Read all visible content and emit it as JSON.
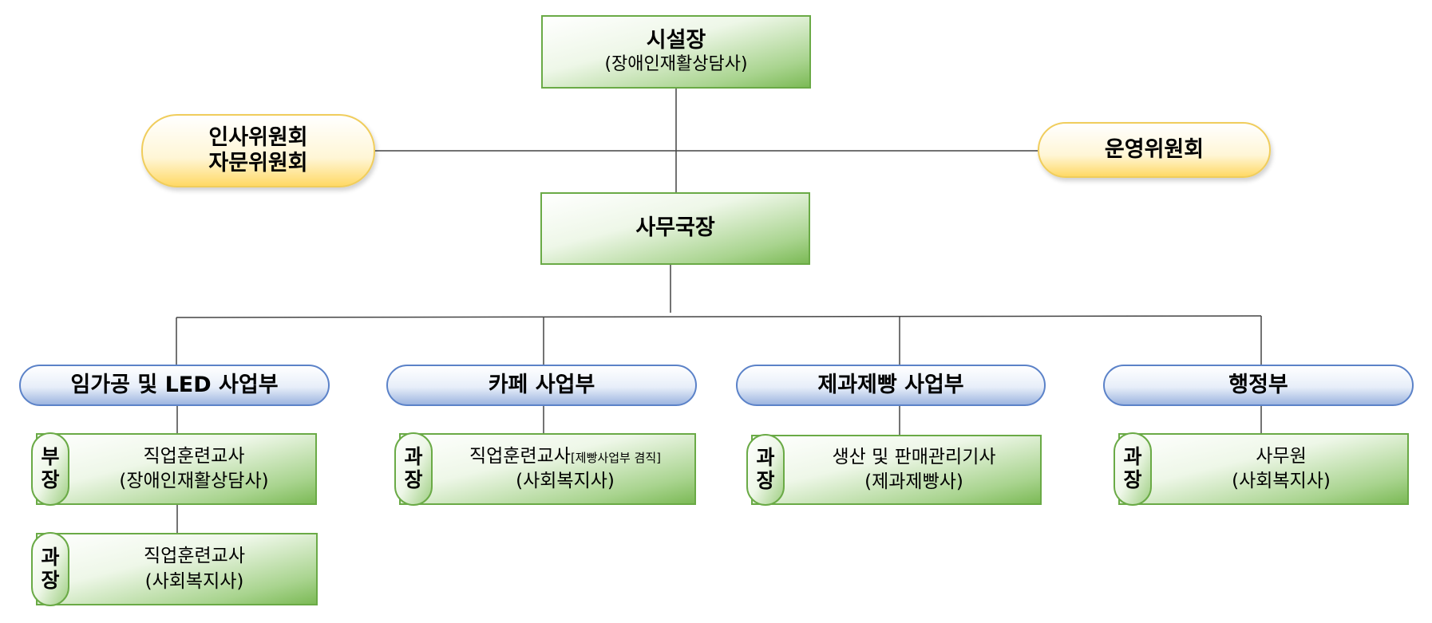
{
  "top": {
    "title": "시설장",
    "subtitle": "(장애인재활상담사)"
  },
  "committees": {
    "left": {
      "line1": "인사위원회",
      "line2": "자문위원회"
    },
    "right": {
      "label": "운영위원회"
    }
  },
  "secretary": {
    "title": "사무국장"
  },
  "departments": [
    {
      "name": "임가공 및 LED 사업부",
      "staff": [
        {
          "badge": [
            "부",
            "장"
          ],
          "role": "직업훈련교사",
          "role_note": "",
          "credential": "(장애인재활상담사)"
        },
        {
          "badge": [
            "과",
            "장"
          ],
          "role": "직업훈련교사",
          "role_note": "",
          "credential": "(사회복지사)"
        }
      ]
    },
    {
      "name": "카페 사업부",
      "staff": [
        {
          "badge": [
            "과",
            "장"
          ],
          "role": "직업훈련교사",
          "role_note": "[제빵사업부 겸직]",
          "credential": "(사회복지사)"
        }
      ]
    },
    {
      "name": "제과제빵 사업부",
      "staff": [
        {
          "badge": [
            "과",
            "장"
          ],
          "role": "생산 및 판매관리기사",
          "role_note": "",
          "credential": "(제과제빵사)"
        }
      ]
    },
    {
      "name": "행정부",
      "staff": [
        {
          "badge": [
            "과",
            "장"
          ],
          "role": "사무원",
          "role_note": "",
          "credential": "(사회복지사)"
        }
      ]
    }
  ],
  "colors": {
    "green_border": "#6aaa46",
    "yellow_border": "#f0cd5c",
    "blue_border": "#5b82c8",
    "line": "#444444"
  }
}
